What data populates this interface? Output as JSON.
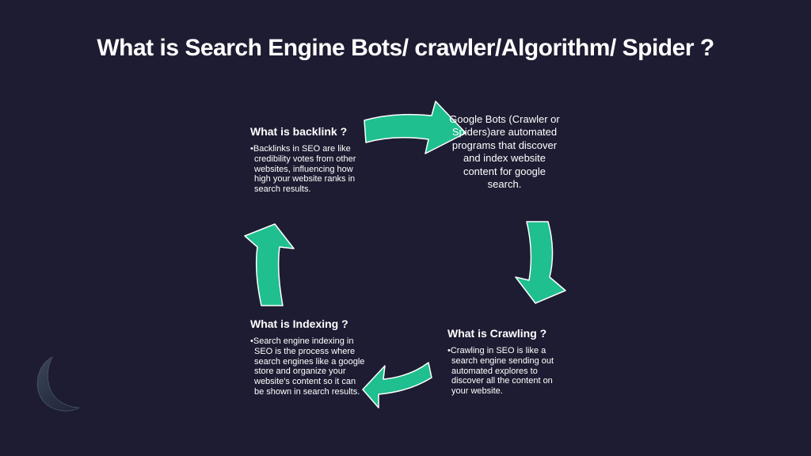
{
  "slide": {
    "title": "What is Search Engine Bots/ crawler/Algorithm/ Spider ?"
  },
  "google_bots": {
    "text": "Google Bots (Crawler or Spiders)are automated programs that discover and index website content for google search."
  },
  "backlink": {
    "heading": "What is backlink ?",
    "bullet": "Backlinks in SEO are like credibility votes from other websites, influencing how high your website ranks in search results."
  },
  "crawling": {
    "heading": "What is Crawling ?",
    "bullet": "Crawling in SEO is like a search engine sending out automated explores to discover all the content on your website."
  },
  "indexing": {
    "heading": "What is Indexing ?",
    "bullet": "Search engine indexing in SEO is the process where search engines like a google store and organize your website's content so it can be shown in search results."
  },
  "colors": {
    "background": "#1e1c32",
    "arrow_fill": "#1fbf8f",
    "arrow_stroke": "#ffffff"
  },
  "icons": [
    "cycle-arrow-icon",
    "crescent-decoration-icon"
  ]
}
